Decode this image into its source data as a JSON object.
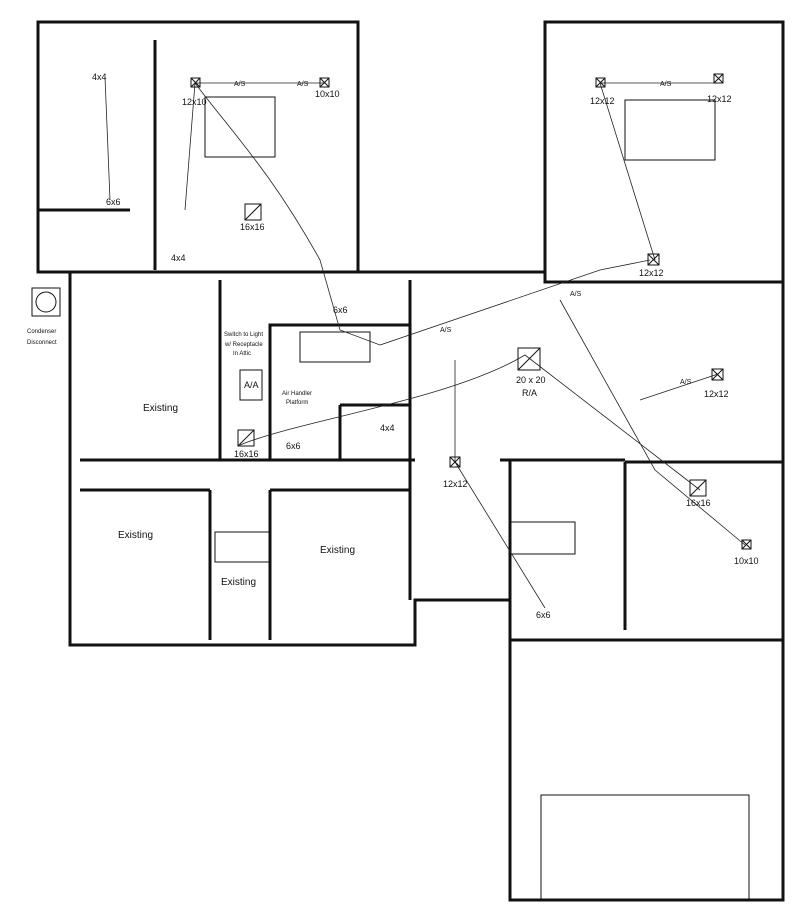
{
  "labels": {
    "condenser": "Condenser",
    "disconnect": "Disconnect",
    "switch1": "Switch to Light",
    "switch2": "w/ Receptacle",
    "switch3": "In Attic",
    "aa": "A/A",
    "ah1": "Air Handler",
    "ah2": "Platform",
    "ra_size": "20 x 20",
    "ra": "R/A",
    "as": "A/S"
  },
  "rooms": [
    "Existing",
    "Existing",
    "Existing",
    "Existing"
  ],
  "vents": [
    "4x4",
    "6x6",
    "12x10",
    "10x10",
    "16x16",
    "4x4",
    "6x6",
    "16x16",
    "6x6",
    "4x4",
    "12x12",
    "12x12",
    "12x12",
    "12x12",
    "12x12",
    "16x16",
    "10x10",
    "6x6"
  ]
}
